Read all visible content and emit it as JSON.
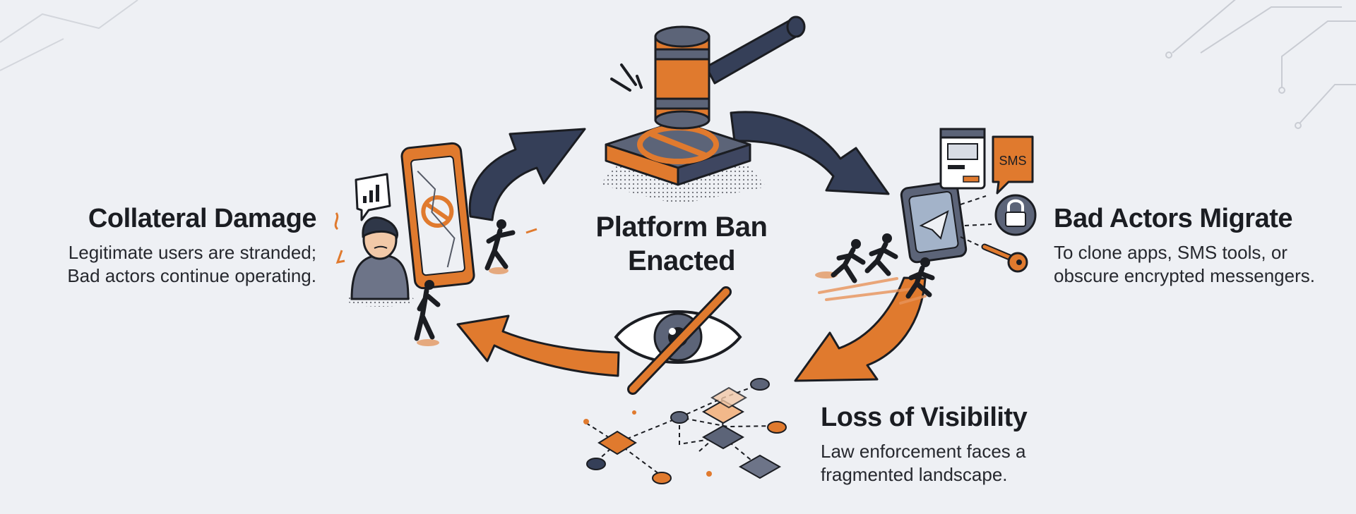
{
  "center": {
    "title_line1": "Platform Ban",
    "title_line2": "Enacted"
  },
  "nodes": {
    "collateral": {
      "title": "Collateral Damage",
      "desc_line1": "Legitimate users are stranded;",
      "desc_line2": "Bad actors continue operating."
    },
    "migrate": {
      "title": "Bad Actors Migrate",
      "desc_line1": "To clone apps, SMS tools, or",
      "desc_line2": "obscure encrypted messengers."
    },
    "visibility": {
      "title": "Loss of Visibility",
      "desc_line1": "Law enforcement faces a",
      "desc_line2": "fragmented landscape."
    }
  },
  "sms_badge": "SMS",
  "colors": {
    "navy": "#353f58",
    "orange": "#e07a2e",
    "ink": "#1b1d22",
    "background": "#eef0f4"
  },
  "icons": [
    "gavel-icon",
    "ban-icon",
    "phone-icon",
    "user-icon",
    "runner-icon",
    "chart-icon",
    "messenger-icon",
    "browser-icon",
    "sms-icon",
    "lock-icon",
    "key-icon",
    "eye-slash-icon",
    "network-icon"
  ]
}
